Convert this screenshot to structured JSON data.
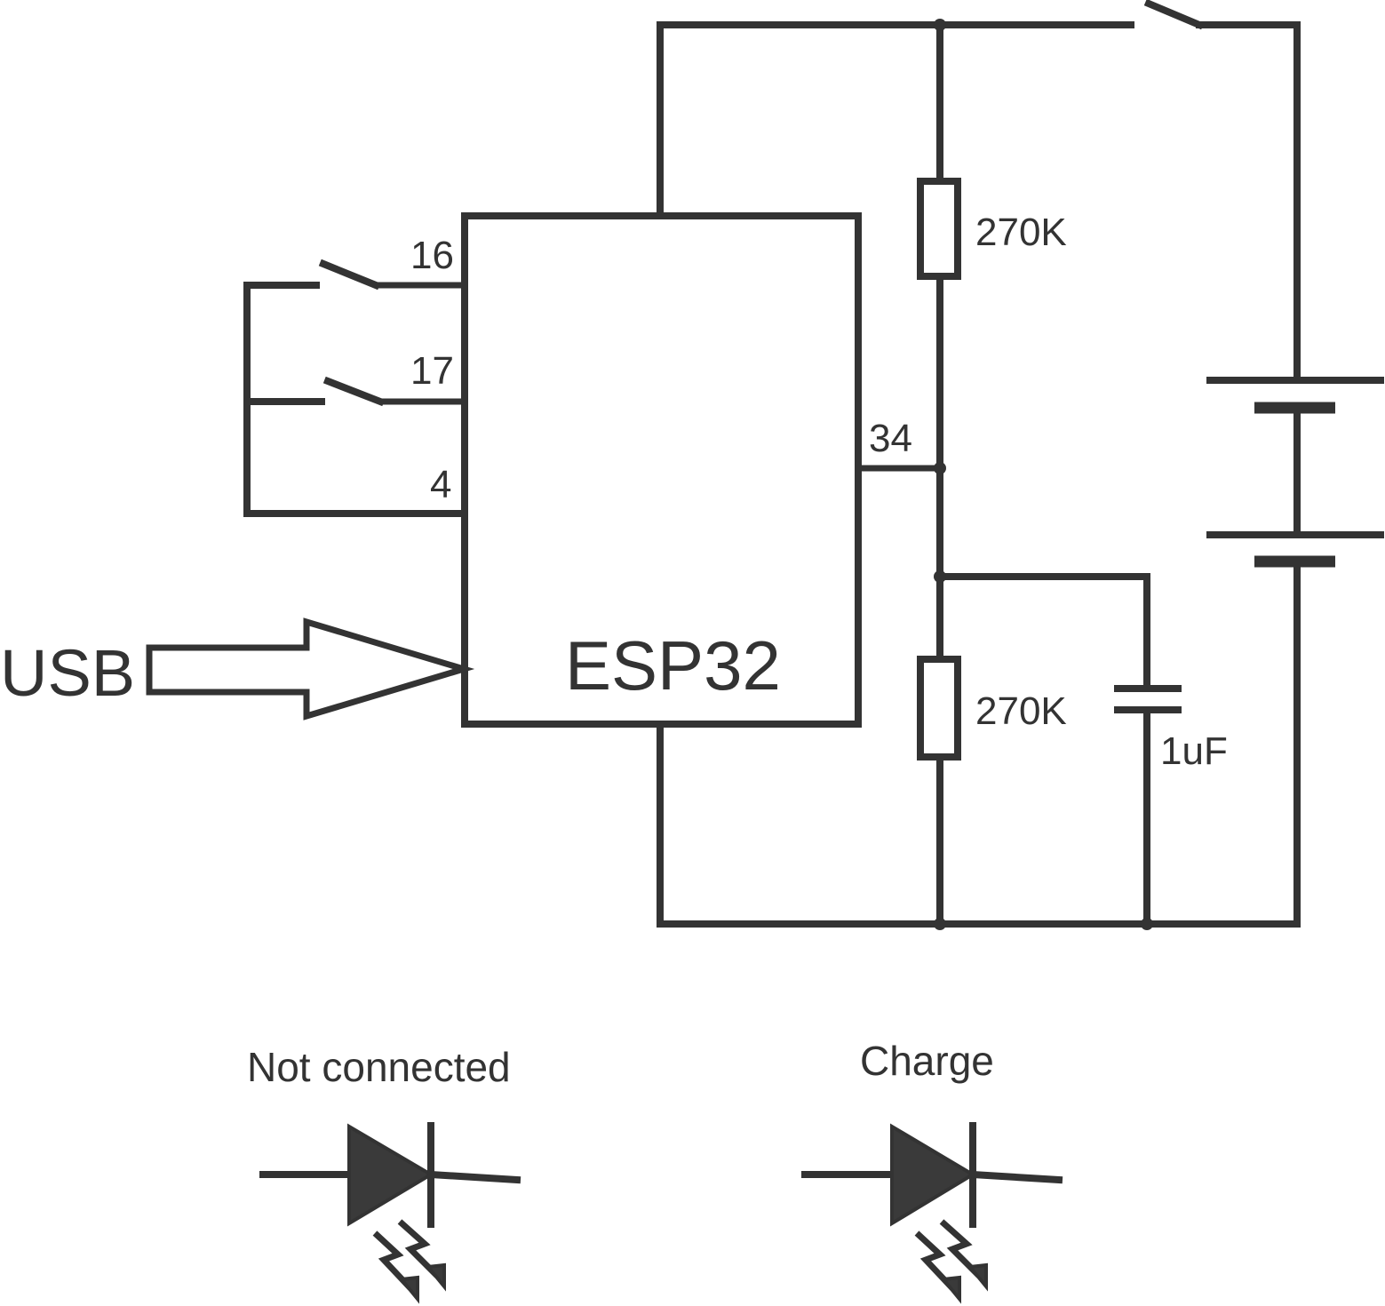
{
  "colors": {
    "ink": "#333333",
    "background": "#ffffff"
  },
  "chip": {
    "label": "ESP32"
  },
  "pins": {
    "p16": "16",
    "p17": "17",
    "p4": "4",
    "p34": "34"
  },
  "resistors": {
    "r_top": "270K",
    "r_bottom": "270K"
  },
  "capacitor": {
    "value": "1uF"
  },
  "usb": {
    "label": "USB"
  },
  "leds": {
    "not_connected": "Not connected",
    "charge": "Charge"
  },
  "icons": {
    "switch": "switch-icon",
    "resistor": "resistor-icon",
    "capacitor": "capacitor-icon",
    "battery": "battery-icon",
    "led": "led-icon",
    "arrow": "usb-arrow-icon"
  }
}
